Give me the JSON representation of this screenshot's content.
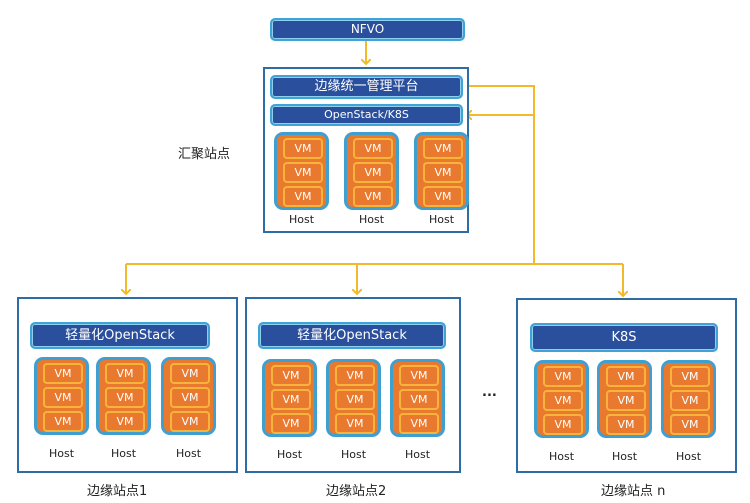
{
  "nfvo": {
    "label": "NFVO"
  },
  "aggregation_site": {
    "label": "汇聚站点",
    "mgmt_platform": "边缘统一管理平台",
    "infra_layer": "OpenStack/K8S",
    "hosts": [
      {
        "label": "Host",
        "vms": [
          "VM",
          "VM",
          "VM"
        ]
      },
      {
        "label": "Host",
        "vms": [
          "VM",
          "VM",
          "VM"
        ]
      },
      {
        "label": "Host",
        "vms": [
          "VM",
          "VM",
          "VM"
        ]
      }
    ]
  },
  "edge_sites": [
    {
      "label": "边缘站点1",
      "infra_layer": "轻量化OpenStack",
      "hosts": [
        {
          "label": "Host",
          "vms": [
            "VM",
            "VM",
            "VM"
          ]
        },
        {
          "label": "Host",
          "vms": [
            "VM",
            "VM",
            "VM"
          ]
        },
        {
          "label": "Host",
          "vms": [
            "VM",
            "VM",
            "VM"
          ]
        }
      ]
    },
    {
      "label": "边缘站点2",
      "infra_layer": "轻量化OpenStack",
      "hosts": [
        {
          "label": "Host",
          "vms": [
            "VM",
            "VM",
            "VM"
          ]
        },
        {
          "label": "Host",
          "vms": [
            "VM",
            "VM",
            "VM"
          ]
        },
        {
          "label": "Host",
          "vms": [
            "VM",
            "VM",
            "VM"
          ]
        }
      ]
    },
    {
      "label": "边缘站点 n",
      "infra_layer": "K8S",
      "hosts": [
        {
          "label": "Host",
          "vms": [
            "VM",
            "VM",
            "VM"
          ]
        },
        {
          "label": "Host",
          "vms": [
            "VM",
            "VM",
            "VM"
          ]
        },
        {
          "label": "Host",
          "vms": [
            "VM",
            "VM",
            "VM"
          ]
        }
      ]
    }
  ],
  "ellipsis": "...",
  "colors": {
    "connector": "#f2b92b",
    "bar_fill": "#2a4f9c",
    "host_fill": "#e8792f",
    "box_border": "#2e6da4"
  }
}
